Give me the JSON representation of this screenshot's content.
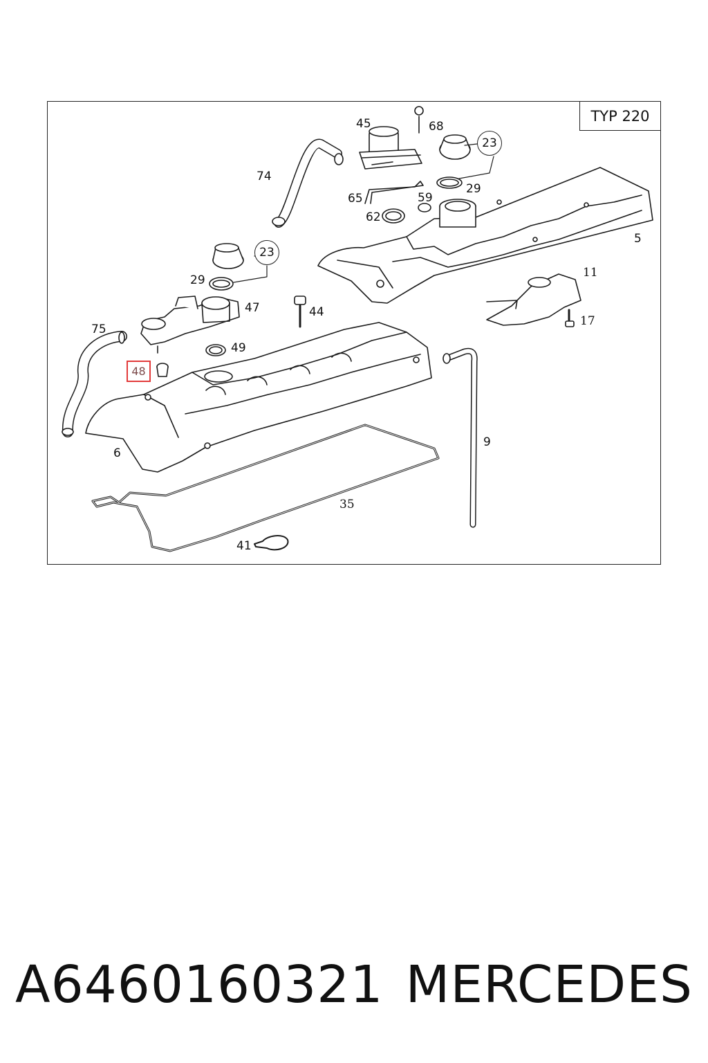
{
  "diagram": {
    "type_label": "TYP 220",
    "callouts": {
      "c45": "45",
      "c68": "68",
      "c23a": "23",
      "c74": "74",
      "c29a": "29",
      "c65": "65",
      "c59": "59",
      "c62": "62",
      "c5": "5",
      "c23b": "23",
      "c29b": "29",
      "c47": "47",
      "c44": "44",
      "c11": "11",
      "c17": "17",
      "c75": "75",
      "c49": "49",
      "c48": "48",
      "c6": "6",
      "c9": "9",
      "c35": "35",
      "c41": "41"
    }
  },
  "footer": {
    "part_number": "A6460160321",
    "brand": "MERCEDES"
  }
}
